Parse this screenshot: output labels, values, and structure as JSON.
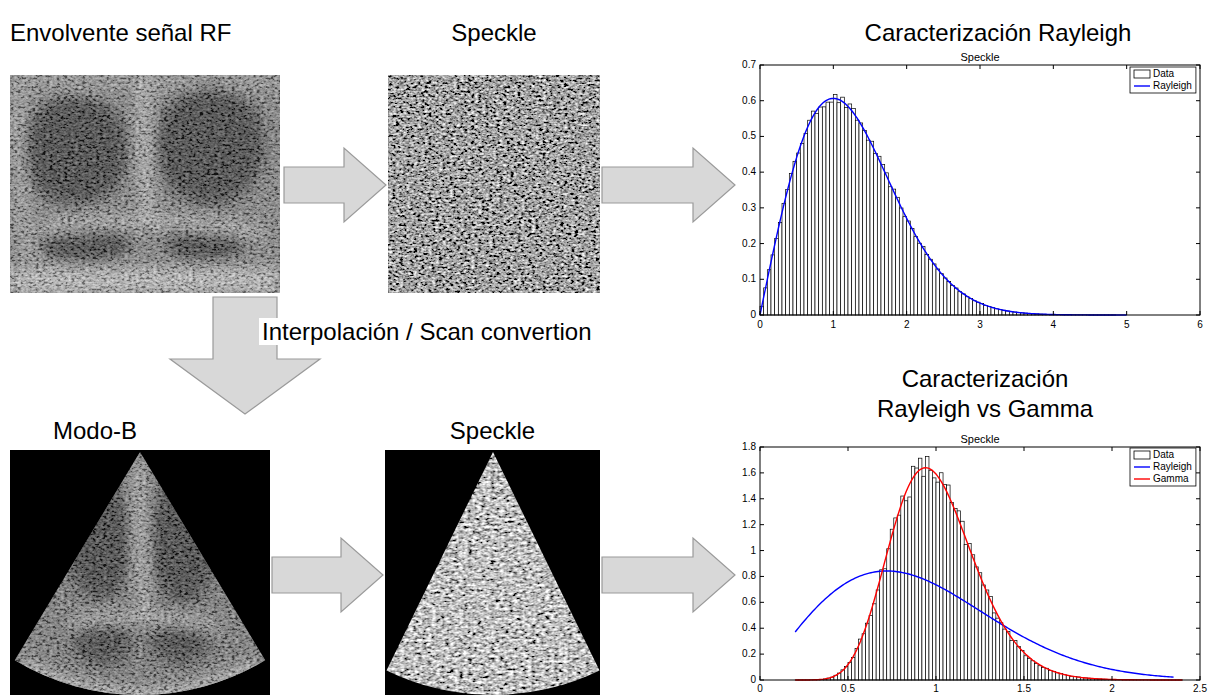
{
  "diagram": {
    "nodes": [
      {
        "text": [
          "Envolvente señal RF"
        ]
      },
      {
        "text": [
          "Speckle"
        ]
      },
      {
        "text": [
          "Caracterización Rayleigh"
        ]
      },
      {
        "text": [
          "Modo-B"
        ]
      },
      {
        "text": [
          "Speckle"
        ]
      },
      {
        "text": [
          "Caracterización Rayleigh vs Gamma"
        ]
      }
    ],
    "edges": [
      {
        "from": 0,
        "to": 1,
        "arrow": "to"
      },
      {
        "from": 1,
        "to": 2,
        "arrow": "to"
      },
      {
        "from": 0,
        "to": 3,
        "arrow": "to",
        "label": "Interpolación / Scan convertion"
      },
      {
        "from": 3,
        "to": 4,
        "arrow": "to"
      },
      {
        "from": 4,
        "to": 5,
        "arrow": "to"
      }
    ],
    "labels": [
      "Speckle",
      "0",
      "0.1",
      "0.2",
      "0.3",
      "0.4",
      "0.5",
      "0.6",
      "0.7",
      "0",
      "1",
      "2",
      "3",
      "4",
      "5",
      "6",
      "Speckle",
      "0",
      "0.2",
      "0.4",
      "0.6",
      "0.8",
      "1",
      "1.2",
      "1.4",
      "1.6",
      "1.8",
      "0",
      "0.5",
      "1",
      "1.5",
      "2",
      "2.5"
    ],
    "legend": [
      {
        "text": "Data"
      },
      {
        "text": "Rayleigh"
      },
      {
        "text": "Data"
      },
      {
        "text": "Rayleigh"
      },
      {
        "text": "Gamma"
      }
    ]
  }
}
